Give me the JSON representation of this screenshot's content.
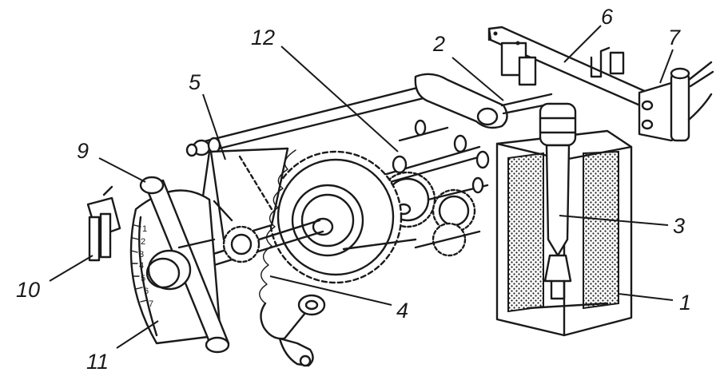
{
  "callouts": [
    {
      "id": "1",
      "text": "1"
    },
    {
      "id": "2",
      "text": "2"
    },
    {
      "id": "3",
      "text": "3"
    },
    {
      "id": "4",
      "text": "4"
    },
    {
      "id": "5",
      "text": "5"
    },
    {
      "id": "6",
      "text": "6"
    },
    {
      "id": "7",
      "text": "7"
    },
    {
      "id": "9",
      "text": "9"
    },
    {
      "id": "10",
      "text": "10"
    },
    {
      "id": "11",
      "text": "11"
    },
    {
      "id": "12",
      "text": "12"
    }
  ],
  "scale_marks": [
    "1",
    "2",
    "3",
    "4",
    "5",
    "6",
    "7"
  ],
  "colors": {
    "ink": "#1a1a1a",
    "paper": "#ffffff"
  }
}
